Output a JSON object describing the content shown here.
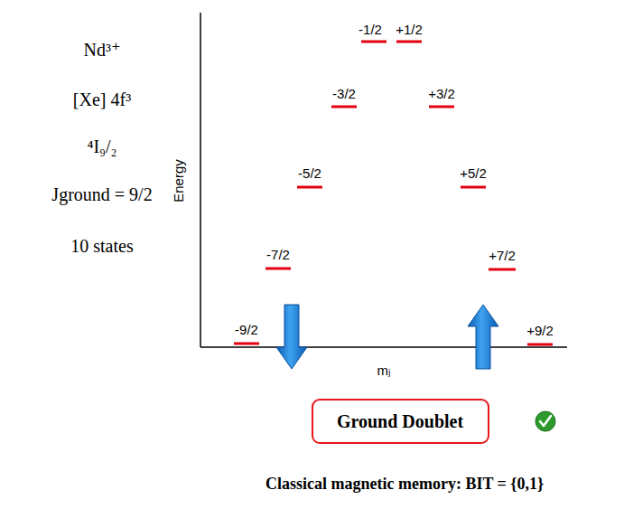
{
  "diagram": {
    "nodes": [
      {
        "text": [
          "Ground Doublet"
        ]
      }
    ],
    "labels": [
      "Nd³⁺",
      "[Xe] 4f³",
      "⁴I₉/₂",
      "Jground = 9/2",
      "10 states",
      "Energy",
      "mⱼ",
      "-1/2",
      "+1/2",
      "-3/2",
      "+3/2",
      "-5/2",
      "+5/2",
      "-7/2",
      "+7/2",
      "-9/2",
      "+9/2",
      "Classical magnetic memory: BIT = {0,1}"
    ]
  }
}
